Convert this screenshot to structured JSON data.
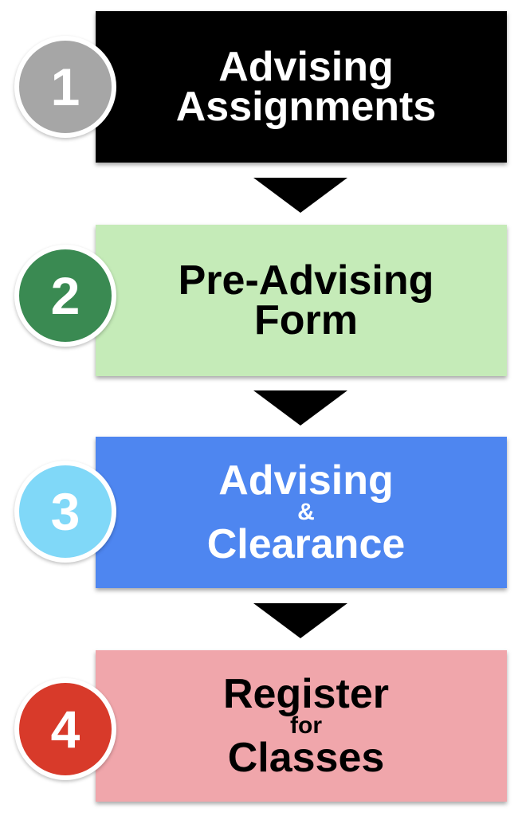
{
  "colors": {
    "step1_box": "#000000",
    "step1_text": "#ffffff",
    "step1_circle": "#a6a6a6",
    "step2_box": "#c5ebb8",
    "step2_text": "#000000",
    "step2_circle": "#3a8a52",
    "step3_box": "#4e86f0",
    "step3_text": "#ffffff",
    "step3_circle": "#80d8f8",
    "step4_box": "#f0a6ab",
    "step4_text": "#000000",
    "step4_circle": "#d83a2a",
    "arrow": "#000000"
  },
  "steps": [
    {
      "number": "1",
      "lines": [
        "Advising",
        "Assignments"
      ]
    },
    {
      "number": "2",
      "lines": [
        "Pre-Advising",
        "Form"
      ]
    },
    {
      "number": "3",
      "lines": [
        "Advising",
        "&",
        "Clearance"
      ]
    },
    {
      "number": "4",
      "lines": [
        "Register",
        "for",
        "Classes"
      ]
    }
  ]
}
